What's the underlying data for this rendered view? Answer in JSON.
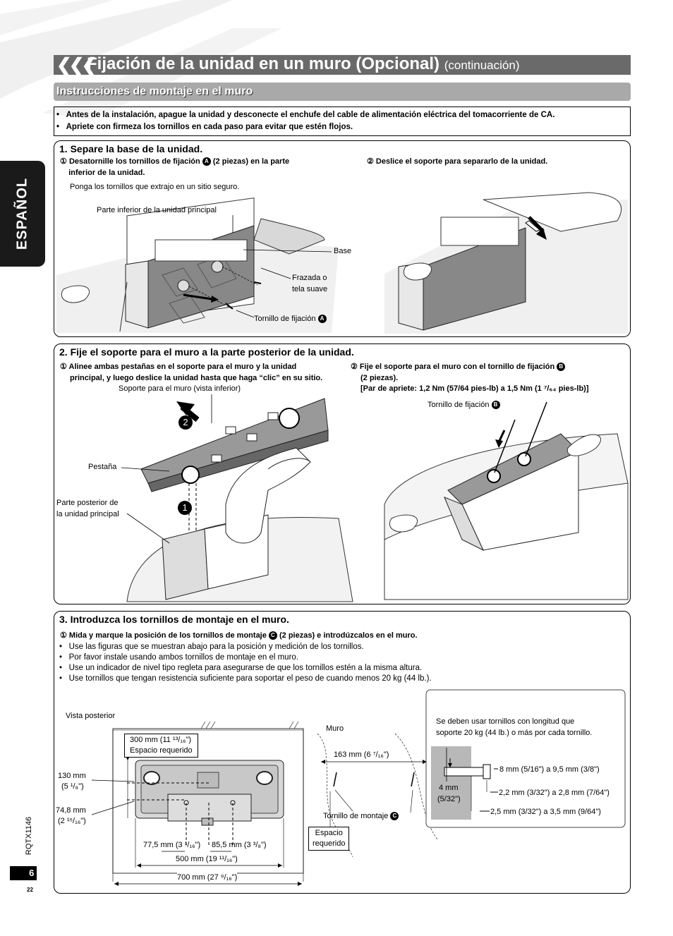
{
  "header": {
    "chevrons": "❮❮❮",
    "title": "Fijación de la unidad en un muro (Opcional)",
    "title_suffix": "(continuación)",
    "subtitle": "Instrucciones de montaje en el muro"
  },
  "side_tab": "ESPAÑOL",
  "warnings": [
    "Antes de la instalación, apague la unidad y desconecte el enchufe del cable de alimentación eléctrica del tomacorriente de CA.",
    "Apriete con firmeza los tornillos en cada paso para evitar que estén flojos."
  ],
  "step1": {
    "heading": "1. Separe la base de la unidad.",
    "sub1_num": "①",
    "sub1_a": "Desatornille los tornillos de fijación",
    "sub1_badge": "A",
    "sub1_b": "(2 piezas) en la parte",
    "sub1_c": "inferior de la unidad.",
    "note": "Ponga los tornillos que extrajo en un sitio seguro.",
    "sub2": "② Deslice el soporte para separarlo de la unidad.",
    "labels": {
      "bottom": "Parte inferior de la unidad principal",
      "base": "Base",
      "cloth1": "Frazada o",
      "cloth2": "tela suave",
      "screw": "Tornillo de fijación",
      "screw_badge": "A"
    }
  },
  "step2": {
    "heading": "2. Fije el soporte para el muro a la parte posterior de la unidad.",
    "sub1_a": "① Alinee ambas pestañas en el soporte para el muro y la unidad",
    "sub1_b": "principal, y luego deslice la unidad hasta que haga “clic” en su sitio.",
    "sub2_a": "② Fije el soporte para el muro con el tornillo de fijación",
    "sub2_badge": "B",
    "sub2_b": "(2 piezas).",
    "sub2_c": "[Par de apriete: 1,2 Nm (57/64 pies-lb) a 1,5 Nm (1 ⁷/₆₄ pies-lb)]",
    "labels": {
      "bracket": "Soporte para el muro (vista inferior)",
      "tab": "Pestaña",
      "rear1": "Parte posterior de",
      "rear2": "la unidad principal",
      "screw": "Tornillo de fijación",
      "screw_badge": "B",
      "n1": "1",
      "n2": "2"
    }
  },
  "step3": {
    "heading": "3. Introduzca los tornillos de montaje en el muro.",
    "sub1_a": "① Mida y marque la posición de los tornillos de montaje",
    "sub1_badge": "C",
    "sub1_b": "(2 piezas) e introdúzcalos en el muro.",
    "bullets": [
      "Use las figuras que se muestran abajo para la posición y medición de los tornillos.",
      "Por favor instale usando ambos tornillos de montaje en el muro.",
      "Use un indicador de nivel tipo regleta para asegurarse de que los tornillos estén a la misma altura.",
      "Use tornillos que tengan resistencia suficiente para soportar el peso de cuando menos 20 kg (44 lb.)."
    ],
    "rear_view": "Vista posterior",
    "dim_300a": "300 mm (11 ¹³/₁₆\")",
    "dim_300b": "Espacio requerido",
    "dim_130a": "130 mm",
    "dim_130b": "(5 ¹/₈\")",
    "dim_748a": "74,8 mm",
    "dim_748b": "(2 ¹⁵/₁₆\")",
    "dim_775": "77,5 mm (3 ¹/₁₆\")",
    "dim_855": "85,5 mm (3 ³/₈\")",
    "dim_500": "500 mm (19 ¹¹/₁₆\")",
    "dim_700": "700 mm (27 ⁹/₁₆\")",
    "wall": "Muro",
    "dim_163": "163 mm (6 ⁷/₁₆\")",
    "mount_screw": "Tornillo de montaje",
    "mount_badge": "C",
    "space1": "Espacio",
    "space2": "requerido",
    "note1": "Se deben usar tornillos con longitud que",
    "note2": "soporte 20 kg (44 lb.) o más por cada tornillo.",
    "s_8": "8 mm (5/16\") a 9,5 mm (3/8\")",
    "s_4a": "4 mm",
    "s_4b": "(5/32\")",
    "s_22": "2,2 mm (3/32\") a 2,8 mm (7/64\")",
    "s_25": "2,5 mm (3/32\") a 3,5 mm (9/64\")"
  },
  "footer": {
    "model": "RQTX1146",
    "page": "6",
    "small": "22"
  }
}
